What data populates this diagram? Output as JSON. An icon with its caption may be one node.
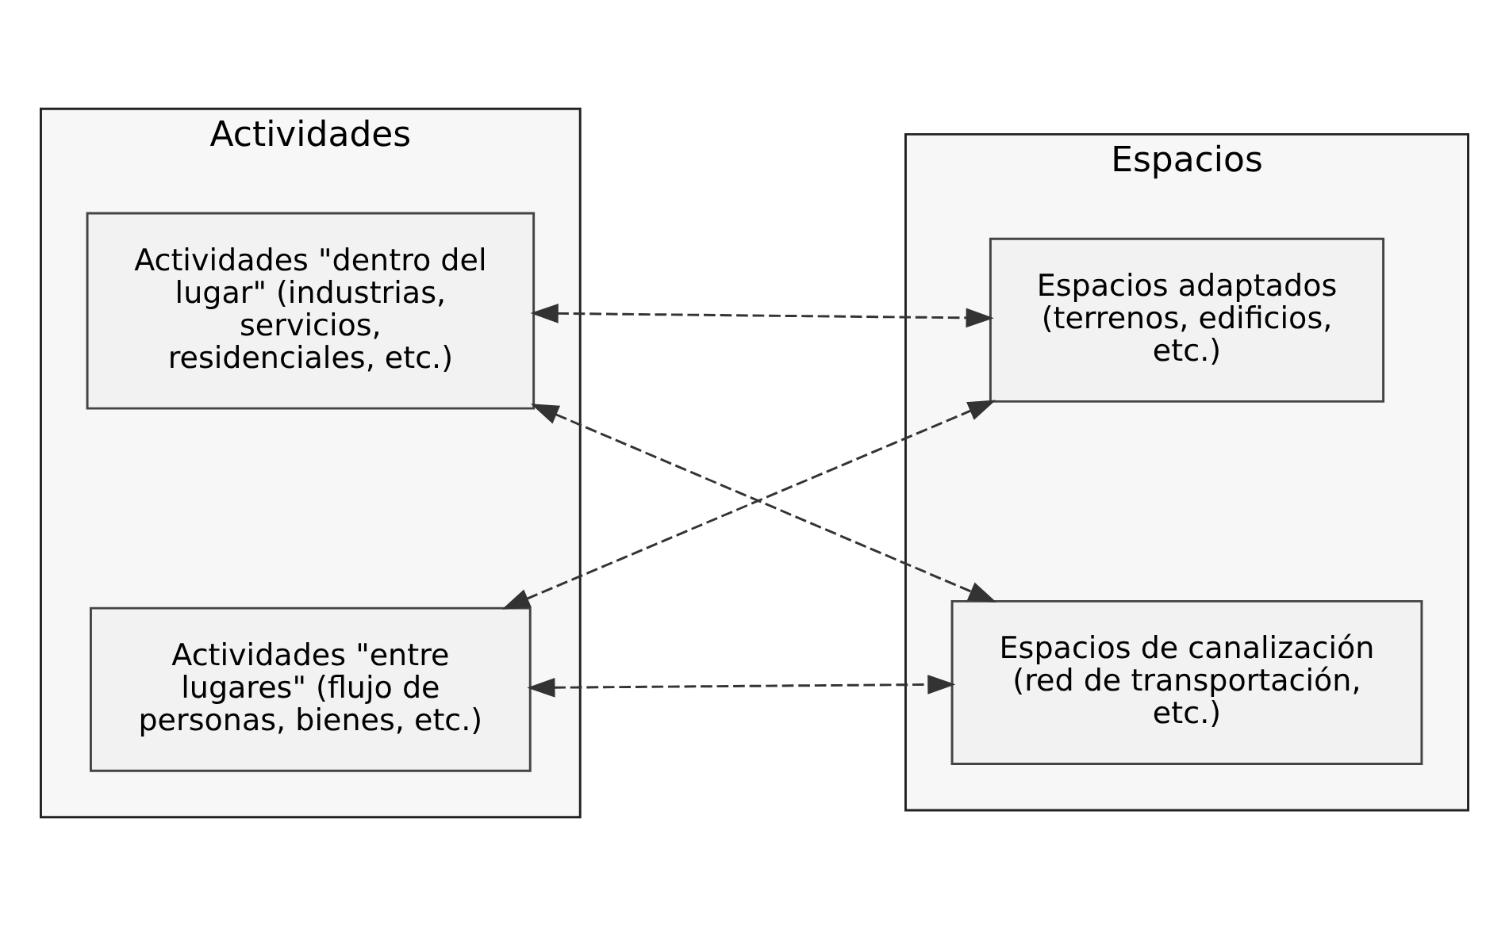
{
  "diagram": {
    "nodes": [
      {
        "text": [
          "Actividades"
        ]
      },
      {
        "text": [
          "Actividades \"dentro del lugar\" (industrias, servicios, residenciales, etc.)"
        ],
        "in": 0
      },
      {
        "text": [
          "Actividades \"entre lugares\" (flujo de personas, bienes, etc.)"
        ],
        "in": 0
      },
      {
        "text": [
          "Espacios"
        ]
      },
      {
        "text": [
          "Espacios adaptados (terrenos, edificios, etc.)"
        ],
        "in": 3
      },
      {
        "text": [
          "Espacios de canalización (red de transportación, etc.)"
        ],
        "in": 3
      }
    ],
    "edges": [
      {
        "from": 1,
        "to": 4,
        "arrow": "both",
        "style": "dashed"
      },
      {
        "from": 1,
        "to": 5,
        "arrow": "both",
        "style": "dashed"
      },
      {
        "from": 2,
        "to": 4,
        "arrow": "both",
        "style": "dashed"
      },
      {
        "from": 2,
        "to": 5,
        "arrow": "both",
        "style": "dashed"
      }
    ]
  }
}
